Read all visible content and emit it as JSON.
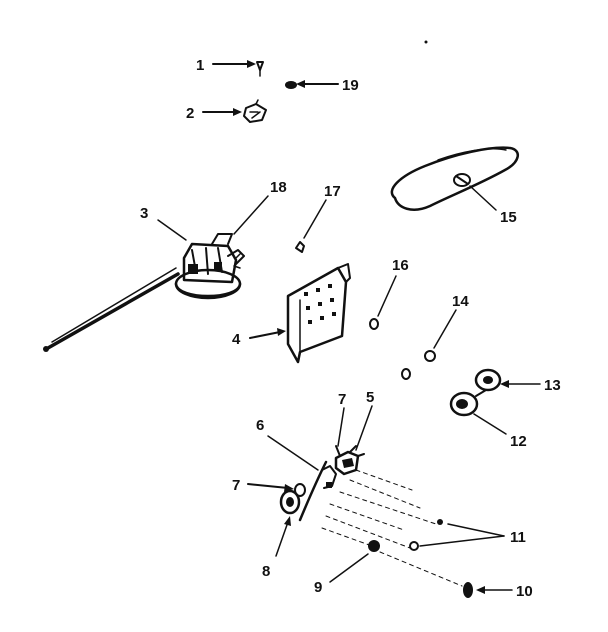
{
  "labels": {
    "l1": "1",
    "l2": "2",
    "l3": "3",
    "l4": "4",
    "l5": "5",
    "l6": "6",
    "l7a": "7",
    "l7b": "7",
    "l8": "8",
    "l9": "9",
    "l10": "10",
    "l11": "11",
    "l12": "12",
    "l13": "13",
    "l14": "14",
    "l15": "15",
    "l16": "16",
    "l17": "17",
    "l18a": "18",
    "l19": "19"
  }
}
